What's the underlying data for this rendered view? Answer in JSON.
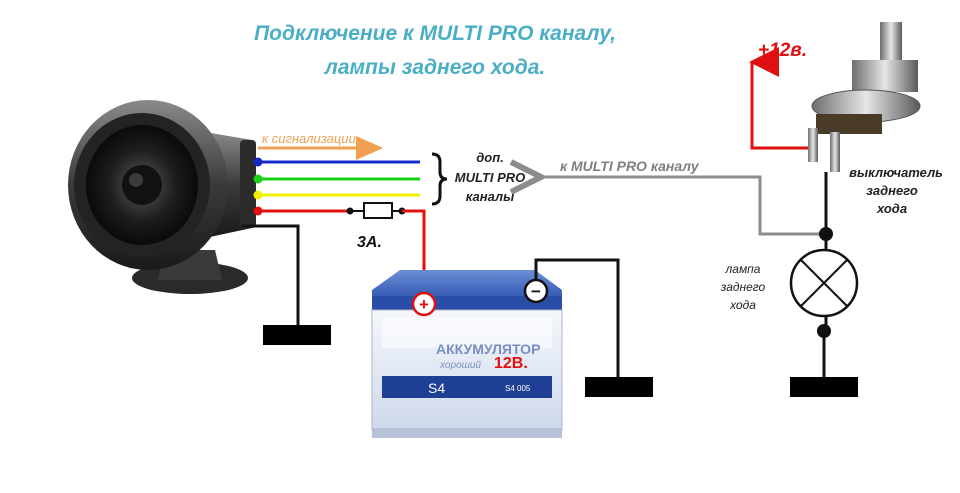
{
  "title": {
    "line1": "Подключение к MULTI PRO каналу,",
    "line2": "лампы заднего хода."
  },
  "labels": {
    "to_alarm": "к сигнализации",
    "extra_channels_1": "доп.",
    "extra_channels_2": "MULTI PRO",
    "extra_channels_3": "каналы",
    "to_multipro": "к MULTI PRO каналу",
    "fuse": "3А.",
    "plus12": "+12в.",
    "switch_1": "выключатель",
    "switch_2": "заднего",
    "switch_3": "хода",
    "lamp_1": "лампа",
    "lamp_2": "заднего",
    "lamp_3": "хода"
  },
  "battery": {
    "brand": "АККУМУЛЯТОР",
    "sub": "хороший",
    "voltage": "12В.",
    "model": "S4",
    "code": "S4 005",
    "plus": "+",
    "minus": "−"
  },
  "colors": {
    "title": "#4aaec6",
    "wire_orange": "#f0a050",
    "wire_blue": "#1428c8",
    "wire_green": "#16d016",
    "wire_yellow": "#f0f000",
    "wire_red": "#e01010",
    "wire_gray": "#8c8c8c"
  }
}
